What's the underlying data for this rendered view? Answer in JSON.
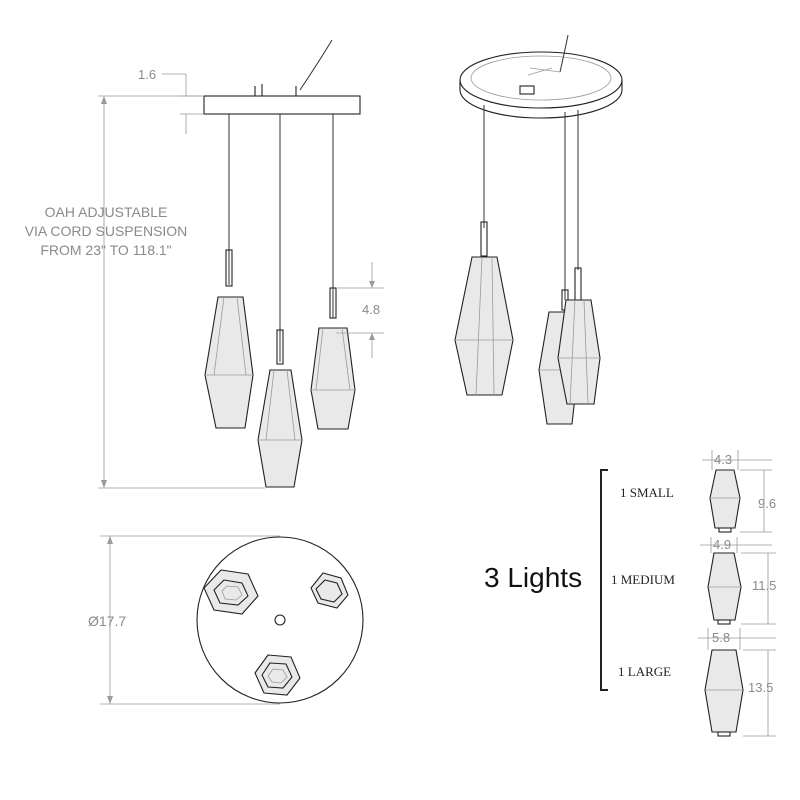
{
  "diagram": {
    "canopy_height_dim": "1.6",
    "oah_note": [
      "OAH ADJUSTABLE",
      "VIA CORD SUSPENSION",
      "FROM  23\" TO 118.1\""
    ],
    "shade_offset_dim": "4.8",
    "canopy_diameter_dim": "Ø17.7",
    "title": "3 Lights",
    "sizes": [
      {
        "label": "1 SMALL",
        "width": "4.3",
        "height": "9.6"
      },
      {
        "label": "1 MEDIUM",
        "width": "4.9",
        "height": "11.5"
      },
      {
        "label": "1 LARGE",
        "width": "5.8",
        "height": "13.5"
      }
    ]
  },
  "colors": {
    "line": "#222222",
    "dimension": "#8a8a8a",
    "glass": "#e9e9e9"
  }
}
